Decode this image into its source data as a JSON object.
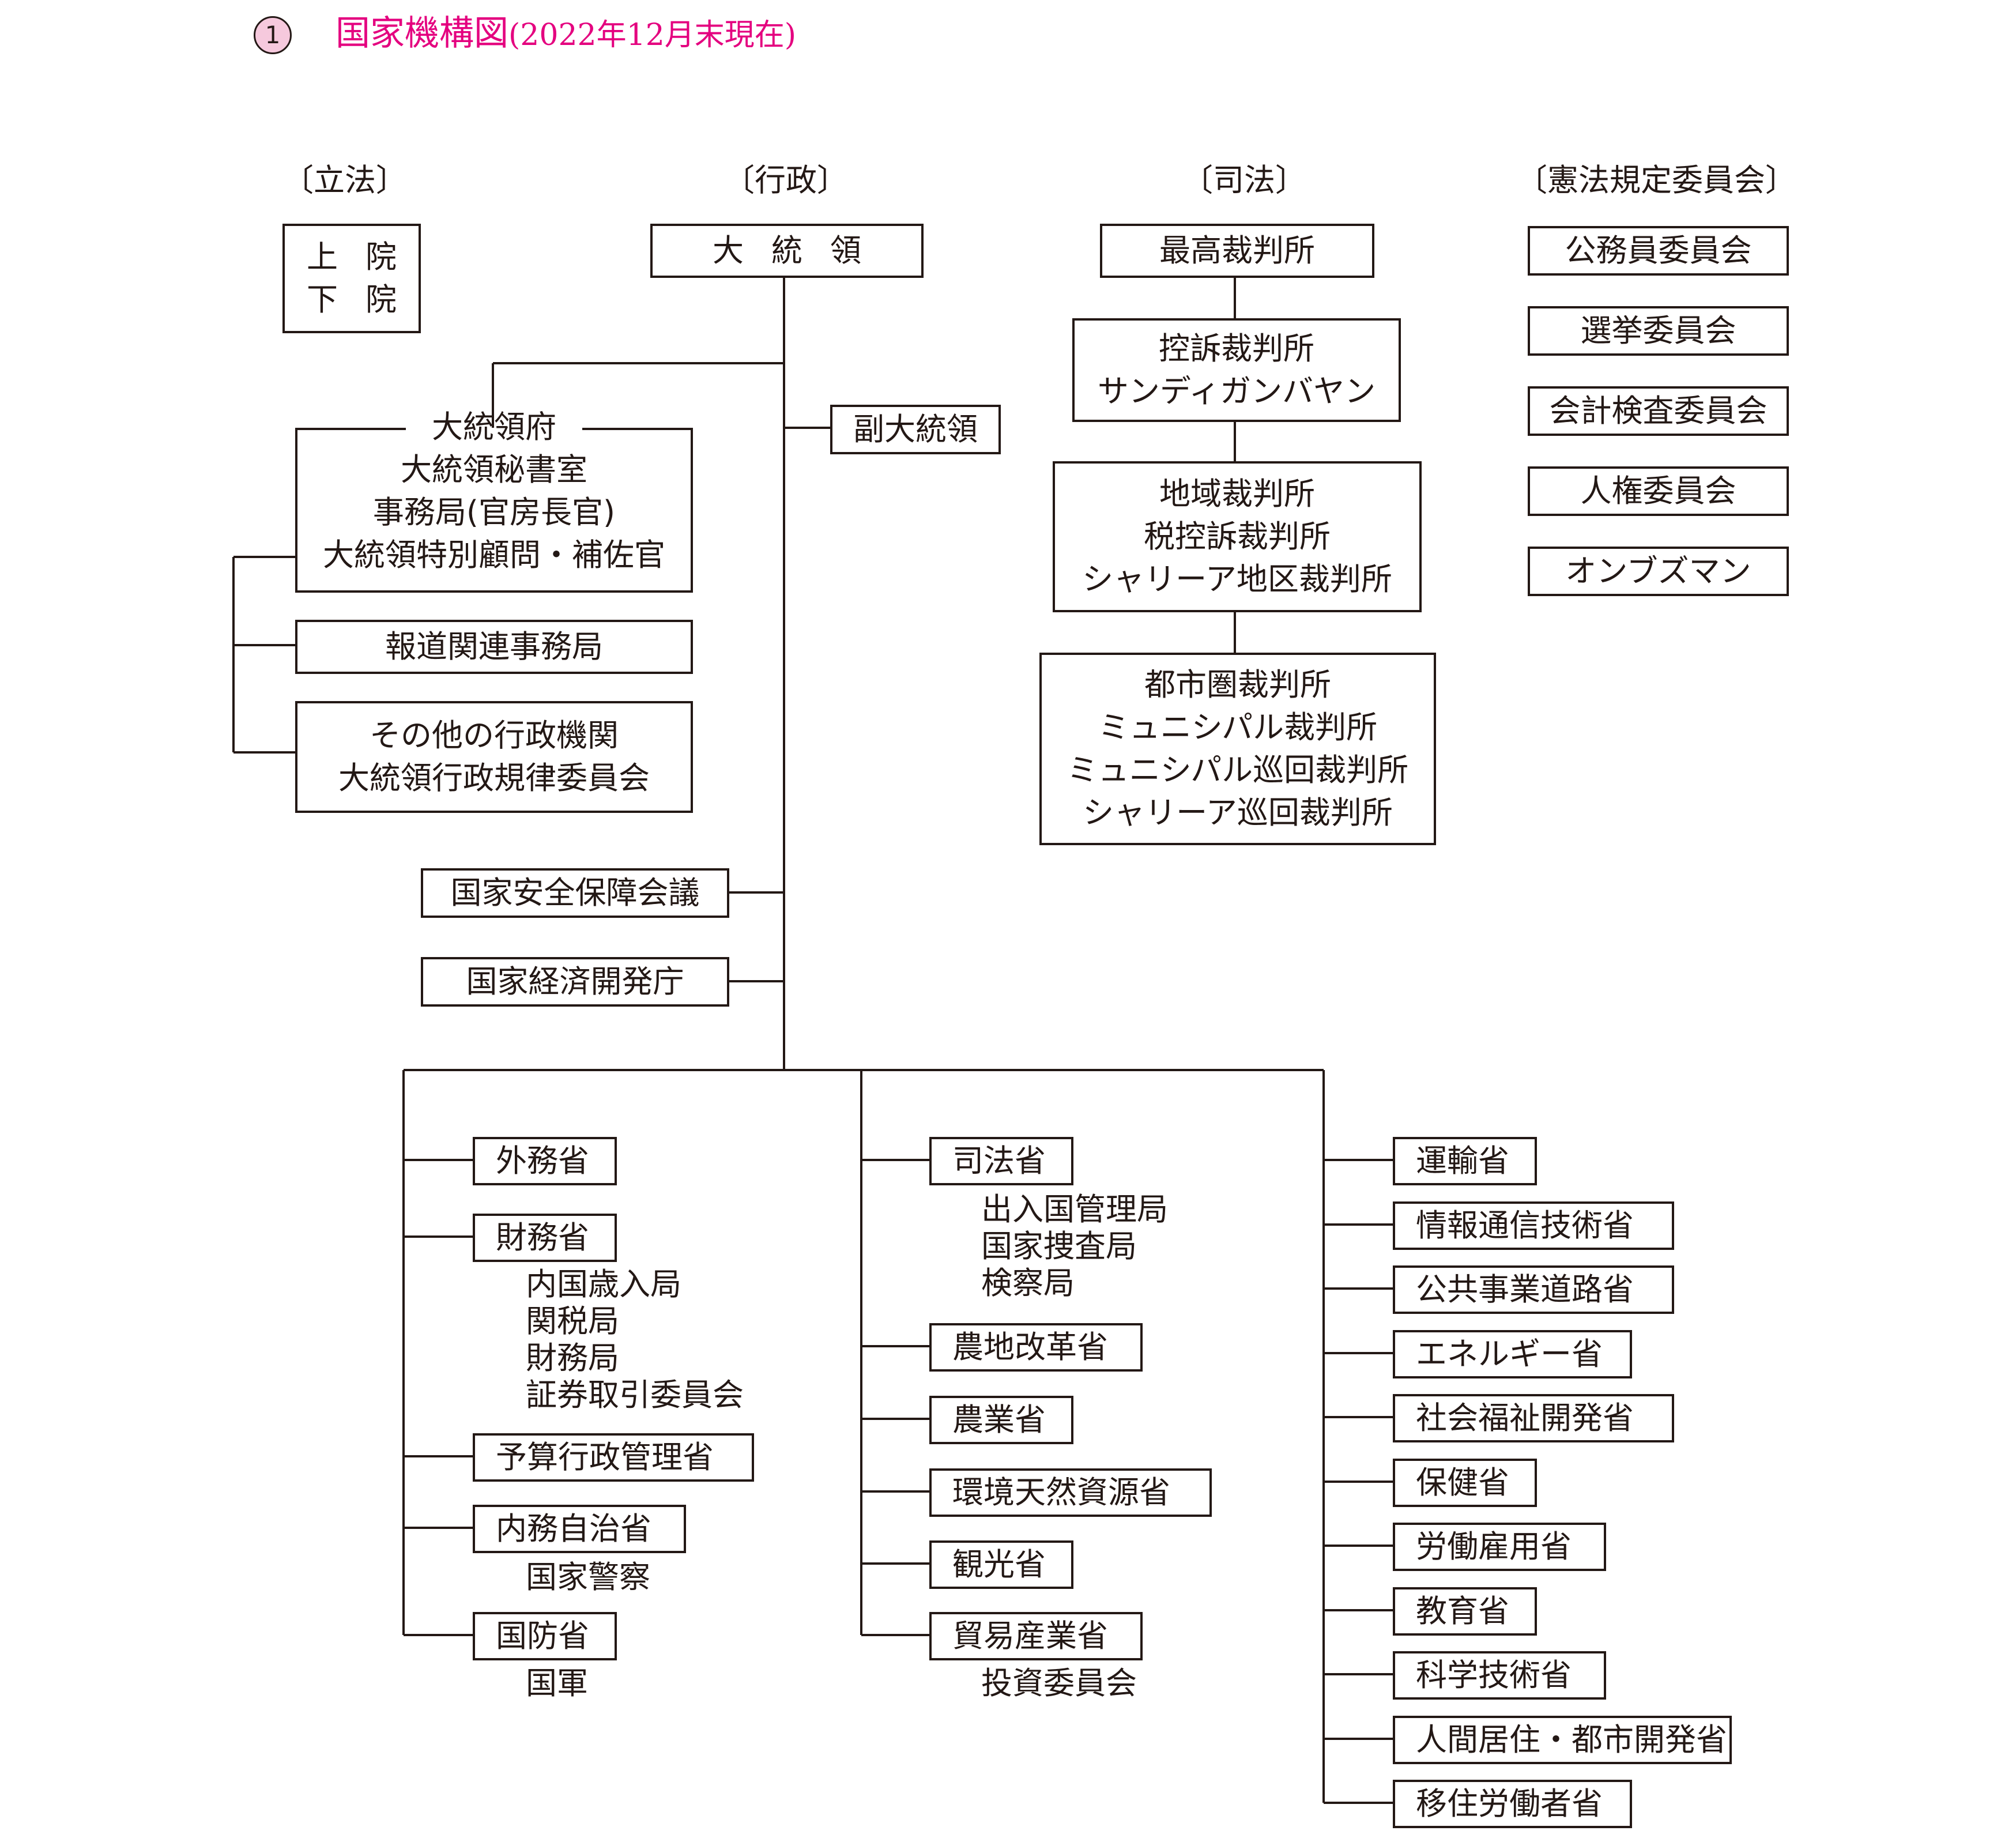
{
  "title": {
    "marker": "1",
    "main": "国家機構図",
    "sub": "(2022年12月末現在)"
  },
  "sections": {
    "legislative": "〔立法〕",
    "executive": "〔行政〕",
    "judicial": "〔司法〕",
    "constitutional": "〔憲法規定委員会〕"
  },
  "legislative": {
    "upper": "上院",
    "lower": "下院"
  },
  "executive": {
    "president": "大統領",
    "vice_president": "副大統領",
    "office": [
      "大統領府",
      "大統領秘書室",
      "事務局(官房長官)",
      "大統領特別顧問・補佐官"
    ],
    "press": "報道関連事務局",
    "other": [
      "その他の行政機関",
      "大統領行政規律委員会"
    ],
    "nsc": "国家安全保障会議",
    "neda": "国家経済開発庁"
  },
  "judicial": {
    "supreme": "最高裁判所",
    "appeals": [
      "控訴裁判所",
      "サンディガンバヤン"
    ],
    "regional": [
      "地域裁判所",
      "税控訴裁判所",
      "シャリーア地区裁判所"
    ],
    "metro": [
      "都市圏裁判所",
      "ミュニシパル裁判所",
      "ミュニシパル巡回裁判所",
      "シャリーア巡回裁判所"
    ]
  },
  "commissions": [
    "公務員委員会",
    "選挙委員会",
    "会計検査委員会",
    "人権委員会",
    "オンブズマン"
  ],
  "departments": {
    "col1": [
      {
        "name": "外務省",
        "subs": []
      },
      {
        "name": "財務省",
        "subs": [
          "内国歳入局",
          "関税局",
          "財務局",
          "証券取引委員会"
        ]
      },
      {
        "name": "予算行政管理省",
        "subs": []
      },
      {
        "name": "内務自治省",
        "subs": [
          "国家警察"
        ]
      },
      {
        "name": "国防省",
        "subs": [
          "国軍"
        ]
      }
    ],
    "col2": [
      {
        "name": "司法省",
        "subs": [
          "出入国管理局",
          "国家捜査局",
          "検察局"
        ]
      },
      {
        "name": "農地改革省",
        "subs": []
      },
      {
        "name": "農業省",
        "subs": []
      },
      {
        "name": "環境天然資源省",
        "subs": []
      },
      {
        "name": "観光省",
        "subs": []
      },
      {
        "name": "貿易産業省",
        "subs": [
          "投資委員会"
        ]
      }
    ],
    "col3": [
      "運輸省",
      "情報通信技術省",
      "公共事業道路省",
      "エネルギー省",
      "社会福祉開発省",
      "保健省",
      "労働雇用省",
      "教育省",
      "科学技術省",
      "人間居住・都市開発省",
      "移住労働者省"
    ]
  }
}
